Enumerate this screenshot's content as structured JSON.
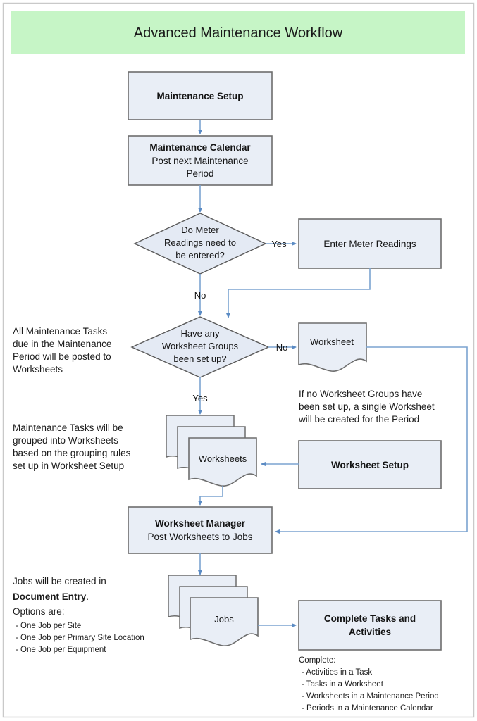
{
  "diagram": {
    "title": "Advanced Maintenance Workflow",
    "colors": {
      "banner_bg": "#c6f5c6",
      "node_fill": "#e9eef6",
      "node_stroke": "#6d6d6d",
      "connector": "#7ba3d0",
      "frame_border": "#c9c9c9",
      "text": "#141414"
    },
    "nodes": {
      "maintenance_setup": {
        "label": "Maintenance Setup",
        "shape": "process"
      },
      "maintenance_calendar": {
        "label": "Maintenance Calendar",
        "sublabel_line1": "Post next Maintenance",
        "sublabel_line2": "Period",
        "shape": "process"
      },
      "meter_decision": {
        "line1": "Do Meter",
        "line2": "Readings need to",
        "line3": "be entered?",
        "shape": "decision"
      },
      "enter_meter_readings": {
        "label": "Enter Meter Readings",
        "shape": "process"
      },
      "worksheet_groups_decision": {
        "line1": "Have any",
        "line2": "Worksheet Groups",
        "line3": "been set up?",
        "shape": "decision"
      },
      "worksheet": {
        "label": "Worksheet",
        "shape": "document"
      },
      "worksheets": {
        "label": "Worksheets",
        "shape": "multi-document"
      },
      "worksheet_setup": {
        "label": "Worksheet Setup",
        "shape": "process"
      },
      "worksheet_manager": {
        "label": "Worksheet Manager",
        "sublabel": "Post Worksheets to Jobs",
        "shape": "process"
      },
      "jobs": {
        "label": "Jobs",
        "shape": "multi-document"
      },
      "complete_tasks": {
        "label_line1": "Complete Tasks and",
        "label_line2": "Activities",
        "shape": "process"
      }
    },
    "edge_labels": {
      "meter_yes": "Yes",
      "meter_no": "No",
      "groups_no": "No",
      "groups_yes": "Yes"
    },
    "notes": {
      "tasks_due": [
        "All Maintenance Tasks",
        "due in the Maintenance",
        "Period will be posted to",
        "Worksheets"
      ],
      "grouping_rules": [
        "Maintenance Tasks will be",
        "grouped into Worksheets",
        "based on the grouping rules",
        "set up in Worksheet Setup"
      ],
      "single_worksheet": [
        "If no Worksheet Groups have",
        "been set up, a single Worksheet",
        "will be created for the Period"
      ],
      "jobs_note": {
        "line1": "Jobs will be created in",
        "line2_bold": "Document Entry",
        "line2_tail": ".",
        "line3": "Options are:",
        "options": [
          "- One Job per Site",
          "- One Job per Primary Site Location",
          "- One Job per Equipment"
        ]
      },
      "complete_note": {
        "heading": "Complete:",
        "items": [
          "- Activities in a Task",
          "- Tasks in a Worksheet",
          "- Worksheets in a Maintenance Period",
          "- Periods in a Maintenance Calendar"
        ]
      }
    }
  }
}
